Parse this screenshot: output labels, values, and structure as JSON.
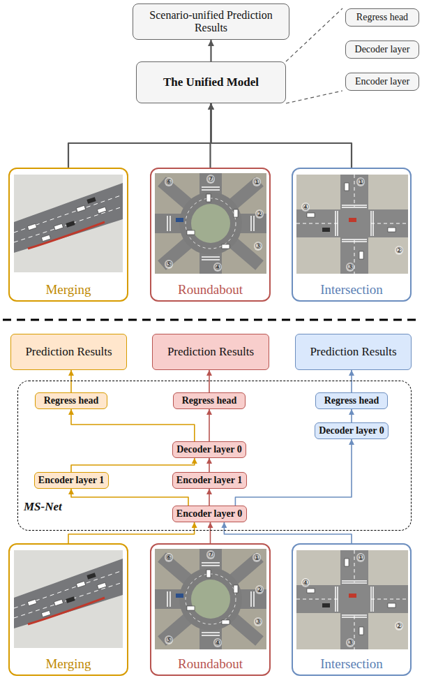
{
  "diagram": {
    "nodes": [
      {
        "text": [
          "Scenario-unified Prediction Results"
        ]
      },
      {
        "text": [
          "The Unified Model"
        ]
      },
      {
        "text": [
          "Regress head"
        ]
      },
      {
        "text": [
          "Decoder layer"
        ]
      },
      {
        "text": [
          "Encoder layer"
        ]
      },
      {
        "text": [
          "Merging"
        ]
      },
      {
        "text": [
          "Roundabout"
        ]
      },
      {
        "text": [
          "Intersection"
        ]
      },
      {
        "text": [
          "Prediction Results"
        ]
      },
      {
        "text": [
          "Prediction Results"
        ]
      },
      {
        "text": [
          "Prediction Results"
        ]
      },
      {
        "text": [
          "MS-Net"
        ]
      },
      {
        "text": [
          "Regress head"
        ],
        "in": 11
      },
      {
        "text": [
          "Regress head"
        ],
        "in": 11
      },
      {
        "text": [
          "Regress head"
        ],
        "in": 11
      },
      {
        "text": [
          "Decoder layer 0"
        ],
        "in": 11
      },
      {
        "text": [
          "Decoder layer 0"
        ],
        "in": 11
      },
      {
        "text": [
          "Encoder layer 1"
        ],
        "in": 11
      },
      {
        "text": [
          "Encoder layer 1"
        ],
        "in": 11
      },
      {
        "text": [
          "Encoder layer 0"
        ],
        "in": 11
      },
      {
        "text": [
          "Merging"
        ]
      },
      {
        "text": [
          "Roundabout"
        ]
      },
      {
        "text": [
          "Intersection"
        ]
      }
    ],
    "edges": [
      {
        "from": 5,
        "to": 1,
        "arrow": "to"
      },
      {
        "from": 6,
        "to": 1,
        "arrow": "to"
      },
      {
        "from": 7,
        "to": 1,
        "arrow": "to"
      },
      {
        "from": 1,
        "to": 0,
        "arrow": "to"
      },
      {
        "from": 1,
        "to": 2,
        "arrow": "none"
      },
      {
        "from": 1,
        "to": 4,
        "arrow": "none"
      },
      {
        "from": 20,
        "to": 19,
        "arrow": "to"
      },
      {
        "from": 21,
        "to": 19,
        "arrow": "to"
      },
      {
        "from": 22,
        "to": 19,
        "arrow": "to"
      },
      {
        "from": 19,
        "to": 17,
        "arrow": "to"
      },
      {
        "from": 19,
        "to": 18,
        "arrow": "to"
      },
      {
        "from": 19,
        "to": 16,
        "arrow": "to"
      },
      {
        "from": 17,
        "to": 15,
        "arrow": "to"
      },
      {
        "from": 18,
        "to": 15,
        "arrow": "to"
      },
      {
        "from": 15,
        "to": 12,
        "arrow": "to"
      },
      {
        "from": 15,
        "to": 13,
        "arrow": "to"
      },
      {
        "from": 16,
        "to": 14,
        "arrow": "to"
      },
      {
        "from": 12,
        "to": 8,
        "arrow": "to"
      },
      {
        "from": 13,
        "to": 9,
        "arrow": "to"
      },
      {
        "from": 14,
        "to": 10,
        "arrow": "to"
      }
    ],
    "labels": [
      "⑥",
      "⑦",
      "①",
      "②",
      "③",
      "④",
      "⑤",
      "①",
      "②",
      "③",
      "④",
      "⑥",
      "⑦",
      "①",
      "②",
      "③",
      "④",
      "⑤",
      "①",
      "②",
      "③",
      "④"
    ]
  }
}
